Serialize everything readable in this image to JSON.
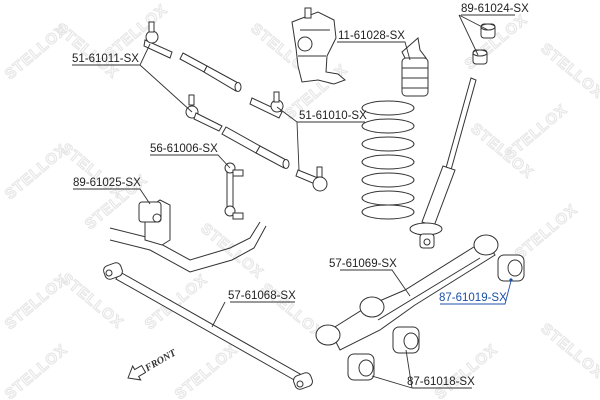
{
  "diagram": {
    "brand_watermark": "STELLOX",
    "orientation_label": "FRONT",
    "highlight_color": "#1c4fa8",
    "line_color": "#333333",
    "parts": [
      {
        "id": "p1",
        "part_number": "51-61011-SX",
        "component": "tie rod end (outer)",
        "highlighted": false
      },
      {
        "id": "p2",
        "part_number": "11-61028-SX",
        "component": "bump stop",
        "highlighted": false
      },
      {
        "id": "p3",
        "part_number": "89-61024-SX",
        "component": "shock absorber bushing",
        "highlighted": false
      },
      {
        "id": "p4",
        "part_number": "51-61010-SX",
        "component": "tie rod end (inner)",
        "highlighted": false
      },
      {
        "id": "p5",
        "part_number": "56-61006-SX",
        "component": "stabilizer link",
        "highlighted": false
      },
      {
        "id": "p6",
        "part_number": "89-61025-SX",
        "component": "stabilizer bushing",
        "highlighted": false
      },
      {
        "id": "p7",
        "part_number": "57-61069-SX",
        "component": "upper trailing arm",
        "highlighted": false
      },
      {
        "id": "p8",
        "part_number": "87-61019-SX",
        "component": "trailing arm bushing",
        "highlighted": true
      },
      {
        "id": "p9",
        "part_number": "57-61068-SX",
        "component": "lower control rod",
        "highlighted": false
      },
      {
        "id": "p10",
        "part_number": "87-61018-SX",
        "component": "arm bushing",
        "highlighted": false
      }
    ]
  }
}
